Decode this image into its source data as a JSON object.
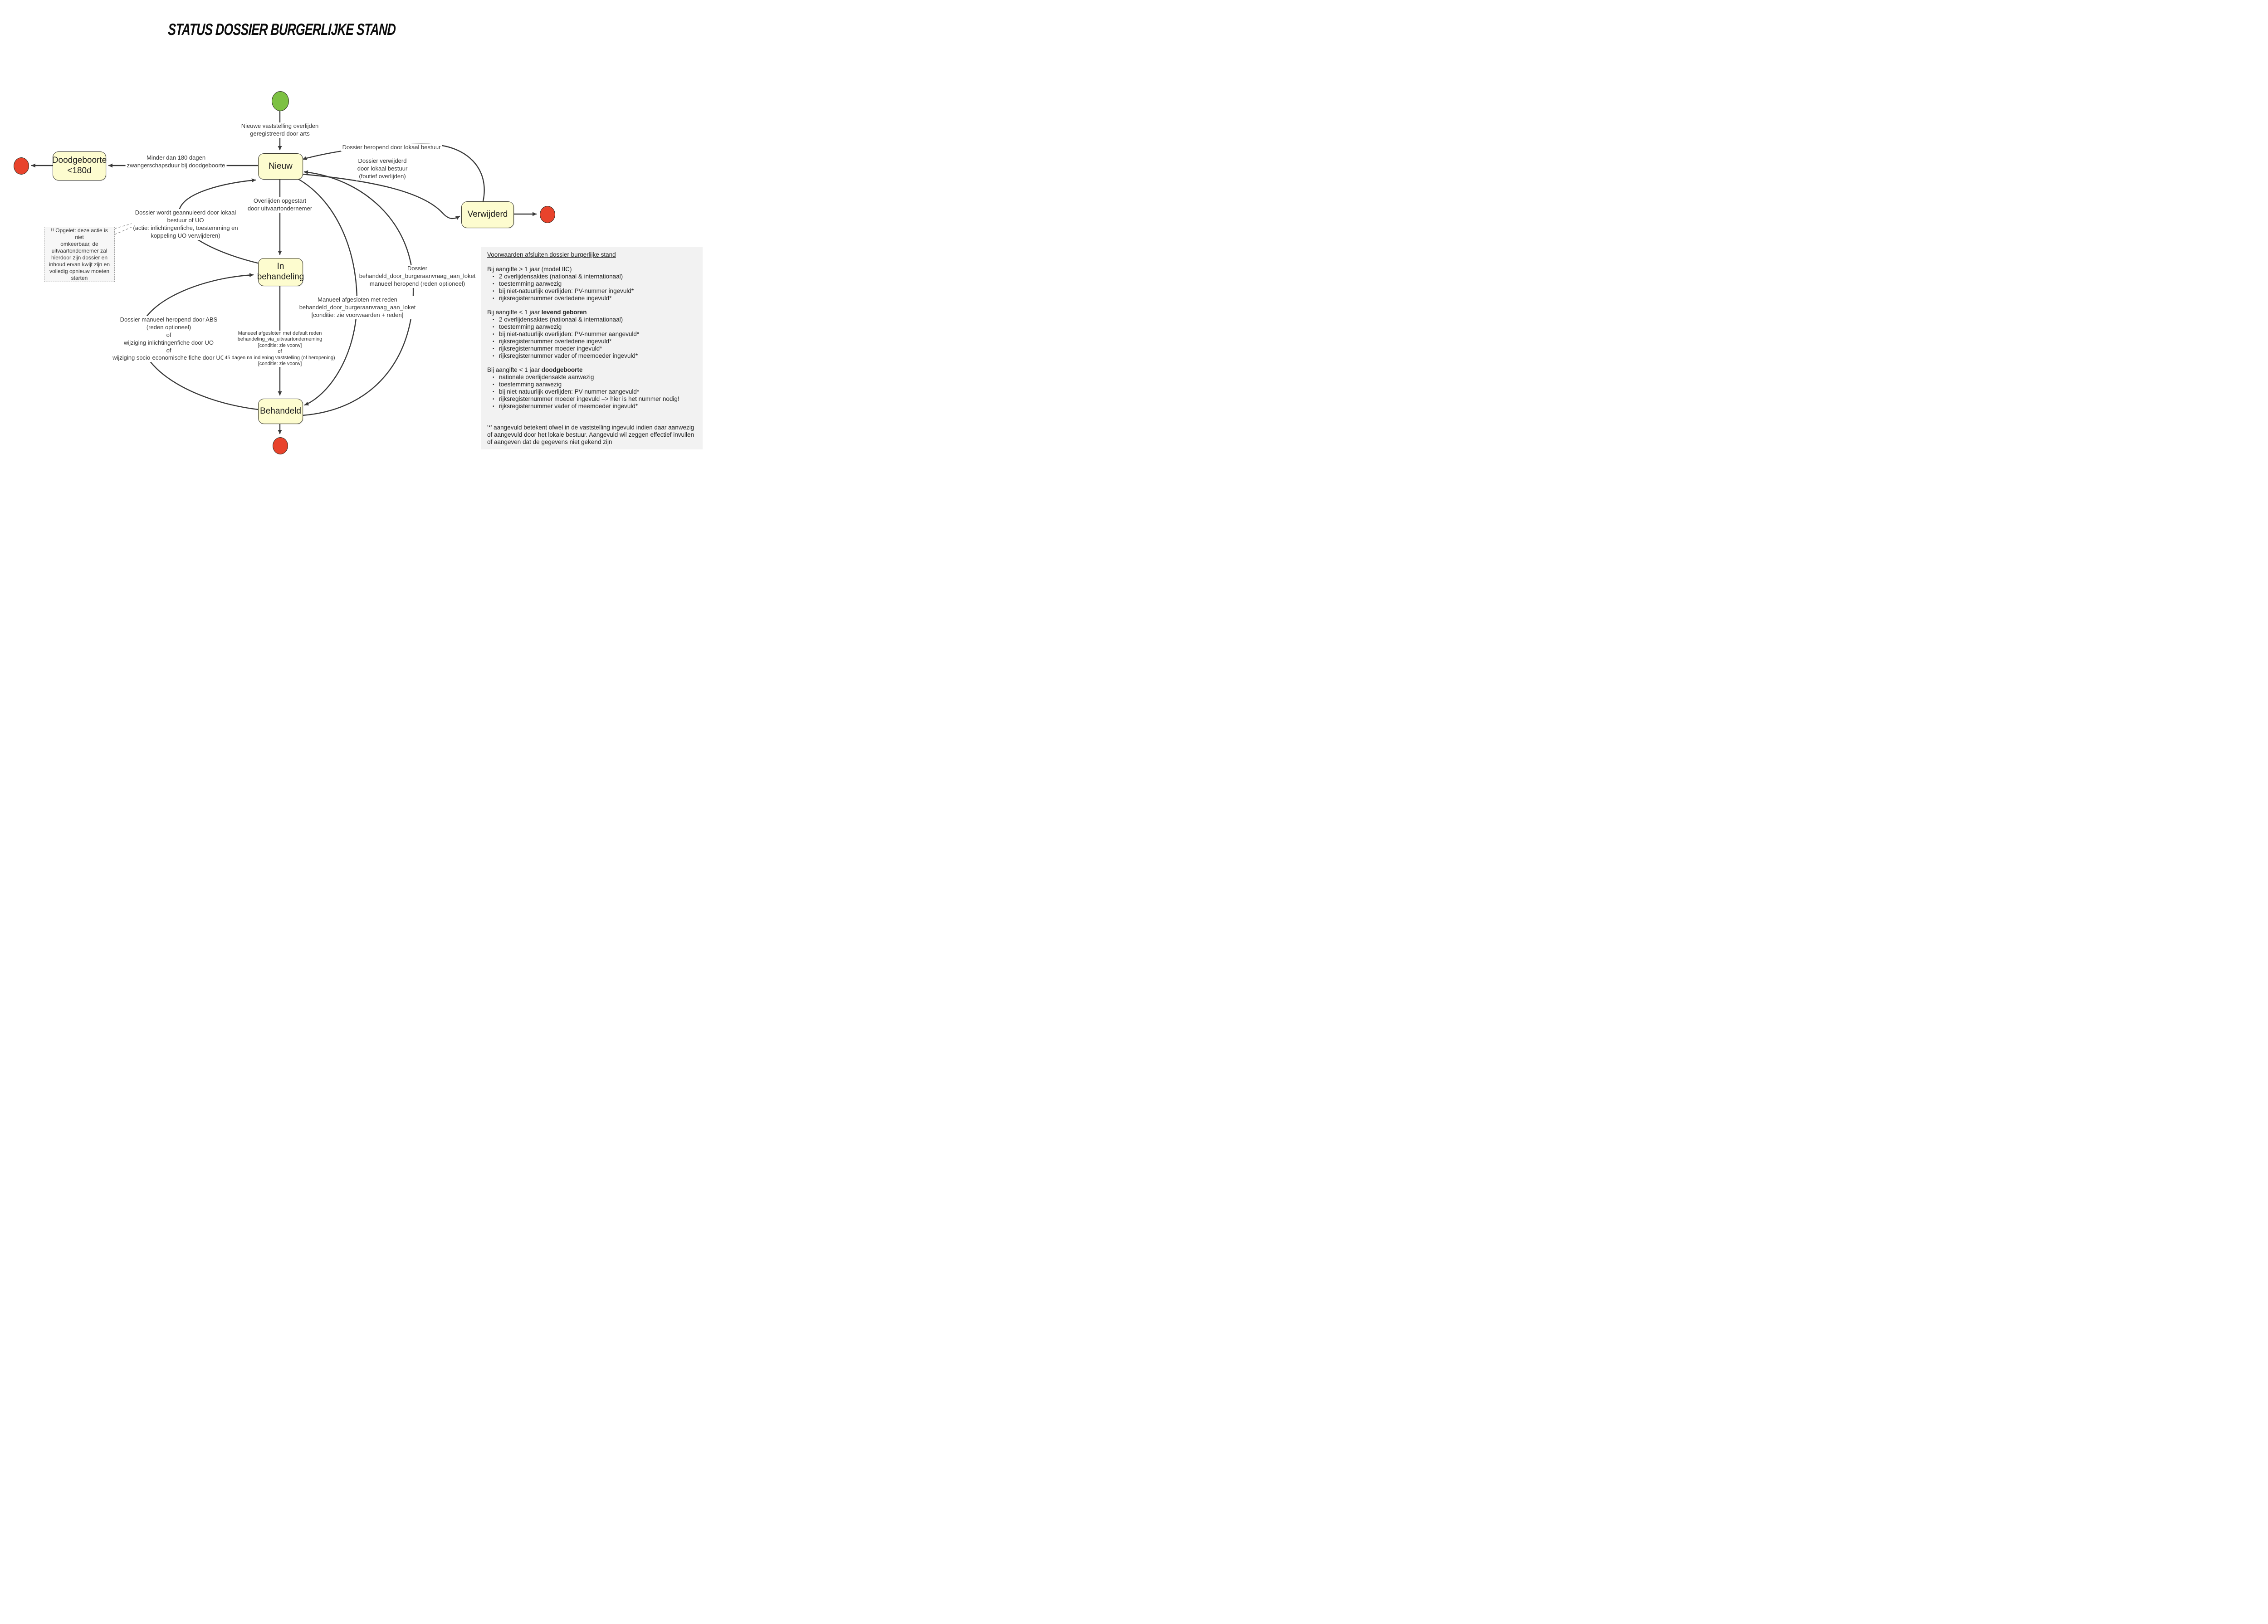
{
  "title": "STATUS DOSSIER BURGERLIJKE STAND",
  "colors": {
    "state_fill": "#fdfccf",
    "state_border": "#3b3a30",
    "start_fill": "#7dc143",
    "end_fill": "#e8432c",
    "arrow": "#3a3a3a",
    "panel_bg": "#f2f2f2",
    "note_bg": "#f7f7f7"
  },
  "nodes": {
    "nieuw": "Nieuw",
    "doodgeboorte": "Doodgeboorte\n<180d",
    "verwijderd": "Verwijderd",
    "in_behandeling": "In\nbehandeling",
    "behandeld": "Behandeld"
  },
  "transitions": {
    "start_to_nieuw": "Nieuwe vaststelling overlijden\ngeregistreerd door arts",
    "nieuw_to_doodgeboorte": "Minder dan 180 dagen\nzwangerschapsduur bij doodgeboorte",
    "verwijderd_to_nieuw": "Dossier heropend door lokaal bestuur",
    "nieuw_to_verwijderd": "Dossier verwijderd\ndoor lokaal bestuur\n(foutief overlijden)",
    "nieuw_to_in_behandeling": "Overlijden opgestart\ndoor uitvaartondernemer",
    "in_behandeling_to_nieuw": "Dossier wordt geannuleerd door lokaal\nbestuur of UO\n(actie: inlichtingenfiche, toestemming en\nkoppeling UO verwijderen)",
    "behandeld_to_nieuw": "Dossier\nbehandeld_door_burgeraanvraag_aan_loket\nmanueel heropend (reden optioneel)",
    "nieuw_to_behandeld": "Manueel afgesloten met reden\nbehandeld_door_burgeraanvraag_aan_loket\n[conditie: zie voorwaarden + reden]",
    "behandeld_to_in_behandeling": "Dossier manueel heropend door ABS\n(reden optioneel)\nof\nwijziging inlichtingenfiche door UO\nof\nwijziging socio-economische fiche door UO",
    "in_behandeling_to_behandeld": "Manueel afgesloten met default reden\nbehandeling_via_uitvaartonderneming\n[conditie: zie voorw]\nof\n45 dagen na indiening vaststelling (of heropening)\n[conditie: zie voorw]"
  },
  "note": "!! Opgelet: deze actie is niet\nomkeerbaar, de\nuitvaartondernemer zal\nhierdoor zijn dossier en\ninhoud ervan kwijt zijn en\nvolledig opnieuw moeten\nstarten",
  "panel": {
    "title": "Voorwaarden afsluiten dossier burgerlijke stand",
    "sections": [
      {
        "heading_prefix": "Bij aangifte > 1 jaar (model IIC)",
        "heading_bold": "",
        "items": [
          "2 overlijdensaktes (nationaal & internationaal)",
          "toestemming aanwezig",
          "bij niet-natuurlijk overlijden: PV-nummer ingevuld*",
          "rijksregisternummer overledene ingevuld*"
        ]
      },
      {
        "heading_prefix": "Bij aangifte < 1 jaar ",
        "heading_bold": "levend geboren",
        "items": [
          "2 overlijdensaktes (nationaal & internationaal)",
          "toestemming aanwezig",
          "bij niet-natuurlijk overlijden: PV-nummer aangevuld*",
          "rijksregisternummer overledene ingevuld*",
          "rijksregisternummer moeder ingevuld*",
          "rijksregisternummer vader of meemoeder ingevuld*"
        ]
      },
      {
        "heading_prefix": "Bij aangifte < 1 jaar ",
        "heading_bold": "doodgeboorte",
        "items": [
          "nationale overlijdensakte aanwezig",
          "toestemming aanwezig",
          "bij niet-natuurlijk overlijden: PV-nummer aangevuld*",
          "rijksregisternummer moeder ingevuld => hier is het nummer nodig!",
          "rijksregisternummer vader of meemoeder ingevuld*"
        ]
      }
    ],
    "footnote": "'*' aangevuld betekent ofwel in de vaststelling ingevuld indien daar aanwezig of aangevuld door het lokale bestuur. Aangevuld wil zeggen effectief invullen of aangeven dat de gegevens niet gekend zijn"
  }
}
